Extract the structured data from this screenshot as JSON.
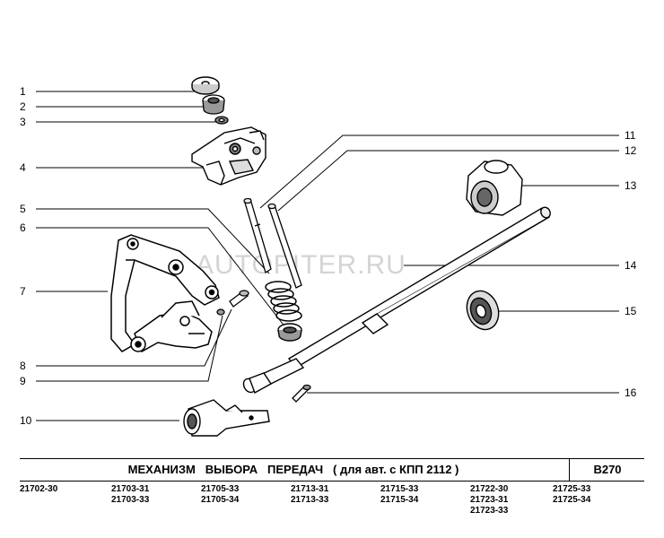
{
  "callouts": {
    "c1": "1",
    "c2": "2",
    "c3": "3",
    "c4": "4",
    "c5": "5",
    "c6": "6",
    "c7": "7",
    "c8": "8",
    "c9": "9",
    "c10": "10",
    "c11": "11",
    "c12": "12",
    "c13": "13",
    "c14": "14",
    "c15": "15",
    "c16": "16"
  },
  "watermark": "AUTOPITER.RU",
  "title": "МЕХАНИЗМ   ВЫБОРА   ПЕРЕДАЧ   ( для авт. с КПП 2112 )",
  "diagram_code": "B270",
  "part_numbers": {
    "col1": [
      "21702-30"
    ],
    "col2": [
      "21703-31",
      "21703-33"
    ],
    "col3": [
      "21705-33",
      "21705-34"
    ],
    "col4": [
      "21713-31",
      "21713-33"
    ],
    "col5": [
      "21715-33",
      "21715-34"
    ],
    "col6": [
      "21722-30",
      "21723-31",
      "21723-33"
    ],
    "col7": [
      "21725-33",
      "21725-34"
    ]
  },
  "colors": {
    "line": "#000000",
    "watermark": "#d9d9d9",
    "shade": "#555555"
  }
}
